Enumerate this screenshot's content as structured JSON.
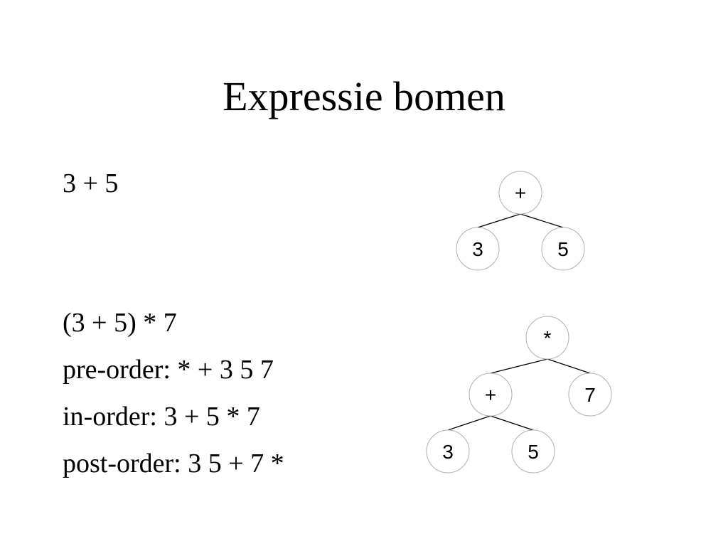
{
  "title": "Expressie bomen",
  "expressions": {
    "simple": "3 + 5",
    "compound": "(3 + 5) * 7",
    "pre_order": "pre-order: * + 3 5 7",
    "in_order": "in-order: 3 + 5 * 7",
    "post_order": "post-order: 3 5 + 7 *"
  },
  "tree1": {
    "root": "+",
    "left": "3",
    "right": "5"
  },
  "tree2": {
    "root": "*",
    "inner": "+",
    "right": "7",
    "inner_left": "3",
    "inner_right": "5"
  }
}
